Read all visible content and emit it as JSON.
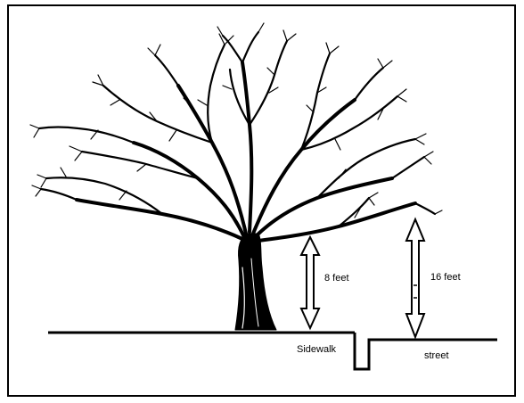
{
  "labels": {
    "sidewalk_clearance": "8 feet",
    "street_clearance": "16 feet",
    "sidewalk": "Sidewalk",
    "street": "street"
  },
  "colors": {
    "ink": "#000000",
    "background": "#ffffff"
  }
}
